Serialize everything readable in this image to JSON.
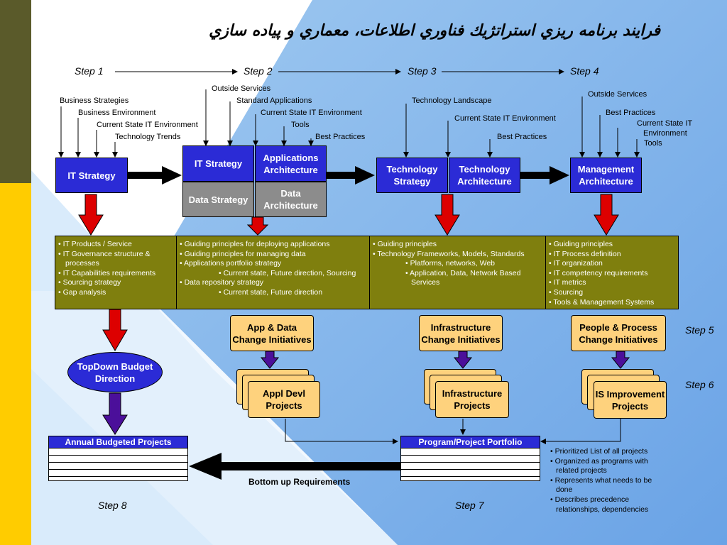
{
  "title": "فرايند برنامه ريزي استراتژيك فناوري اطلاعات، معماري و پياده سازي",
  "steps": {
    "s1": "Step 1",
    "s2": "Step 2",
    "s3": "Step 3",
    "s4": "Step 4",
    "s5": "Step 5",
    "s6": "Step 6",
    "s7": "Step 7",
    "s8": "Step 8"
  },
  "inputs": {
    "step1": [
      "Business Strategies",
      "Business Environment",
      "Current State IT Environment",
      "Technology Trends"
    ],
    "step2": [
      "Outside Services",
      "Standard Applications",
      "Current State IT Environment",
      "Tools",
      "Best Practices"
    ],
    "step3": [
      "Technology Landscape",
      "Current State IT Environment",
      "Best Practices"
    ],
    "step4": [
      "Outside Services",
      "Best Practices",
      "Current State IT",
      "Environment",
      "Tools"
    ]
  },
  "boxes": {
    "it_strategy": "IT Strategy",
    "it_strategy_2": "IT Strategy",
    "applications_architecture": "Applications Architecture",
    "data_strategy": "Data Strategy",
    "data_architecture": "Data Architecture",
    "technology_strategy": "Technology Strategy",
    "technology_architecture": "Technology Architecture",
    "management_architecture": "Management Architecture"
  },
  "outputs": {
    "col1": [
      "• IT Products / Service",
      "• IT Governance structure &",
      "processes",
      "• IT Capabilities requirements",
      "• Sourcing strategy",
      "• Gap analysis"
    ],
    "col2": [
      "• Guiding principles for deploying applications",
      "• Guiding principles for managing data",
      "• Applications portfolio strategy",
      "• Current state, Future direction, Sourcing",
      "• Data repository strategy",
      "• Current state, Future direction"
    ],
    "col3": [
      "• Guiding principles",
      "• Technology Frameworks, Models, Standards",
      "• Platforms, networks, Web",
      "• Application, Data, Network Based",
      "Services"
    ],
    "col4": [
      "• Guiding principles",
      "• IT Process definition",
      "• IT organization",
      "• IT competency requirements",
      "• IT metrics",
      "• Sourcing",
      "• Tools & Management Systems"
    ]
  },
  "initiatives": {
    "app_data": "App & Data Change Initiatives",
    "infrastructure": "Infrastructure Change Initiatives",
    "people_process": "People & Process Change Initiatives"
  },
  "projects": {
    "appl_devl": "Appl Devl Projects",
    "infrastructure": "Infrastructure Projects",
    "is_improvement": "IS Improvement Projects"
  },
  "topdown": "TopDown Budget Direction",
  "annual_table_header": "Annual Budgeted Projects",
  "portfolio_table_header": "Program/Project Portfolio",
  "bottom_up": "Bottom up Requirements",
  "portfolio_notes": [
    "• Prioritized List of all projects",
    "• Organized as programs with",
    "related projects",
    "• Represents what needs to be",
    "done",
    "• Describes precedence",
    "relationships, dependencies"
  ],
  "colors": {
    "box_blue": "#2b2bd6",
    "box_gray": "#8c8c8c",
    "olive": "#7f7f0e",
    "yellow": "#fed27d",
    "red_arrow": "#dd0000",
    "purple_arrow": "#4b0f9a",
    "side_yellow": "#ffcc00",
    "side_dark": "#5a5a2a"
  }
}
